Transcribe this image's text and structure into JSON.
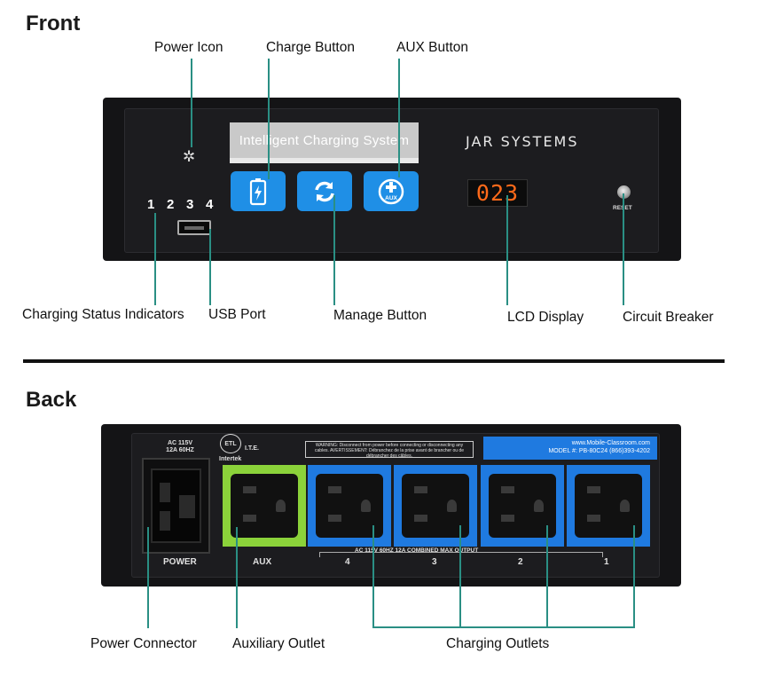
{
  "front": {
    "section_title": "Front",
    "display_label": "Intelligent Charging System",
    "brand": "JAR SYSTEMS",
    "lcd_value": "023",
    "reset_label": "RESET",
    "aux_icon_text": "AUX",
    "indicator_numbers": [
      "1",
      "2",
      "3",
      "4"
    ],
    "callouts": {
      "power_icon": "Power Icon",
      "charge_button": "Charge Button",
      "aux_button": "AUX Button",
      "charging_status": "Charging Status Indicators",
      "usb_port": "USB Port",
      "manage_button": "Manage Button",
      "lcd_display": "LCD Display",
      "circuit_breaker": "Circuit Breaker"
    }
  },
  "back": {
    "section_title": "Back",
    "rating": "AC 115V\n12A 60HZ",
    "power_label": "POWER",
    "aux_label": "AUX",
    "etl_mark": "ETL",
    "etl_side": "I.T.E.",
    "intertek": "Intertek",
    "warning_text": "WARNING: Disconnect from power before connecting or disconnecting any cables. AVERTISSEMENT: Débranchez de la prise avant de brancher ou de débrancher des câbles.",
    "website": "www.Mobile-Classroom.com",
    "model": "MODEL #: PB-80C24   (866)393-4202",
    "max_output": "AC 115V 60HZ 12A COMBINED MAX OUTPUT",
    "outlet_numbers": [
      "4",
      "3",
      "2",
      "1"
    ],
    "callouts": {
      "power_connector": "Power Connector",
      "auxiliary_outlet": "Auxiliary Outlet",
      "charging_outlets": "Charging Outlets"
    }
  },
  "colors": {
    "accent_button_blue": "#1f8fe6",
    "outlet_blue": "#1f7ae0",
    "aux_green": "#8bd23a",
    "lcd_orange": "#ff6a1a",
    "leader_teal": "#2a8f84",
    "unit_black": "#141416"
  },
  "icons": {
    "power": "power-led-icon",
    "charge": "battery-bolt-icon",
    "manage": "refresh-arrows-icon",
    "aux": "plus-circle-icon"
  }
}
